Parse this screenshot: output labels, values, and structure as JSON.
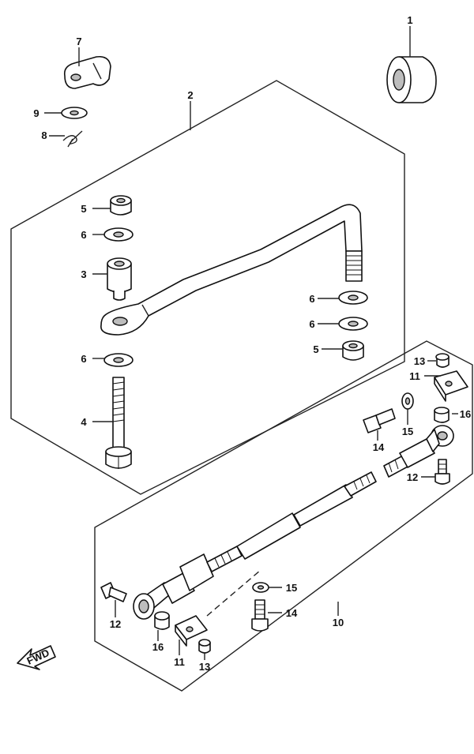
{
  "callouts": {
    "p1": "1",
    "p2": "2",
    "p3": "3",
    "p4": "4",
    "p5a": "5",
    "p5b": "5",
    "p6a": "6",
    "p6b": "6",
    "p6c": "6",
    "p6d": "6",
    "p7": "7",
    "p8": "8",
    "p9": "9",
    "p10": "10",
    "p11a": "11",
    "p11b": "11",
    "p12a": "12",
    "p12b": "12",
    "p13a": "13",
    "p13b": "13",
    "p14a": "14",
    "p14b": "14",
    "p15a": "15",
    "p15b": "15",
    "p16a": "16",
    "p16b": "16"
  },
  "fwd_label": "FWD",
  "icons": {
    "direction": "fwd-arrow-icon"
  }
}
